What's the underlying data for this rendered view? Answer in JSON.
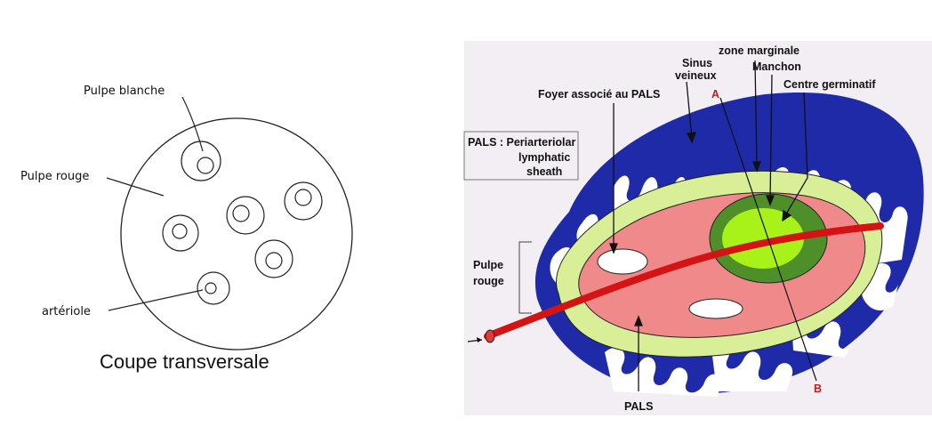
{
  "left_diagram": {
    "labels": {
      "pulpe_blanche": "Pulpe blanche",
      "pulpe_rouge": "Pulpe rouge",
      "arteriole": "artériole"
    },
    "caption": "Coupe transversale"
  },
  "right_diagram": {
    "labels": {
      "zone_marginale": "zone marginale",
      "sinus_line1": "Sinus",
      "sinus_line2": "veineux",
      "manchon": "Manchon",
      "centre_germinatif": "Centre germinatif",
      "foyer": "Foyer associé au PALS",
      "pals_box_line1": "PALS : Periarteriolar",
      "pals_box_line2": "lymphatic",
      "pals_box_line3": "sheath",
      "pulpe_line1": "Pulpe",
      "pulpe_line2": "rouge",
      "pals_bottom": "PALS",
      "marker_a": "A",
      "marker_b": "B"
    },
    "colors": {
      "background": "#f3eef3",
      "sinus": "#1e2aa8",
      "marginal_zone": "#d8ef98",
      "pals_region": "#f08a8a",
      "manchon": "#4f8f2a",
      "germinal_center": "#a8f21a",
      "artery": "#d41414",
      "marker_red": "#cc1a1a"
    }
  }
}
